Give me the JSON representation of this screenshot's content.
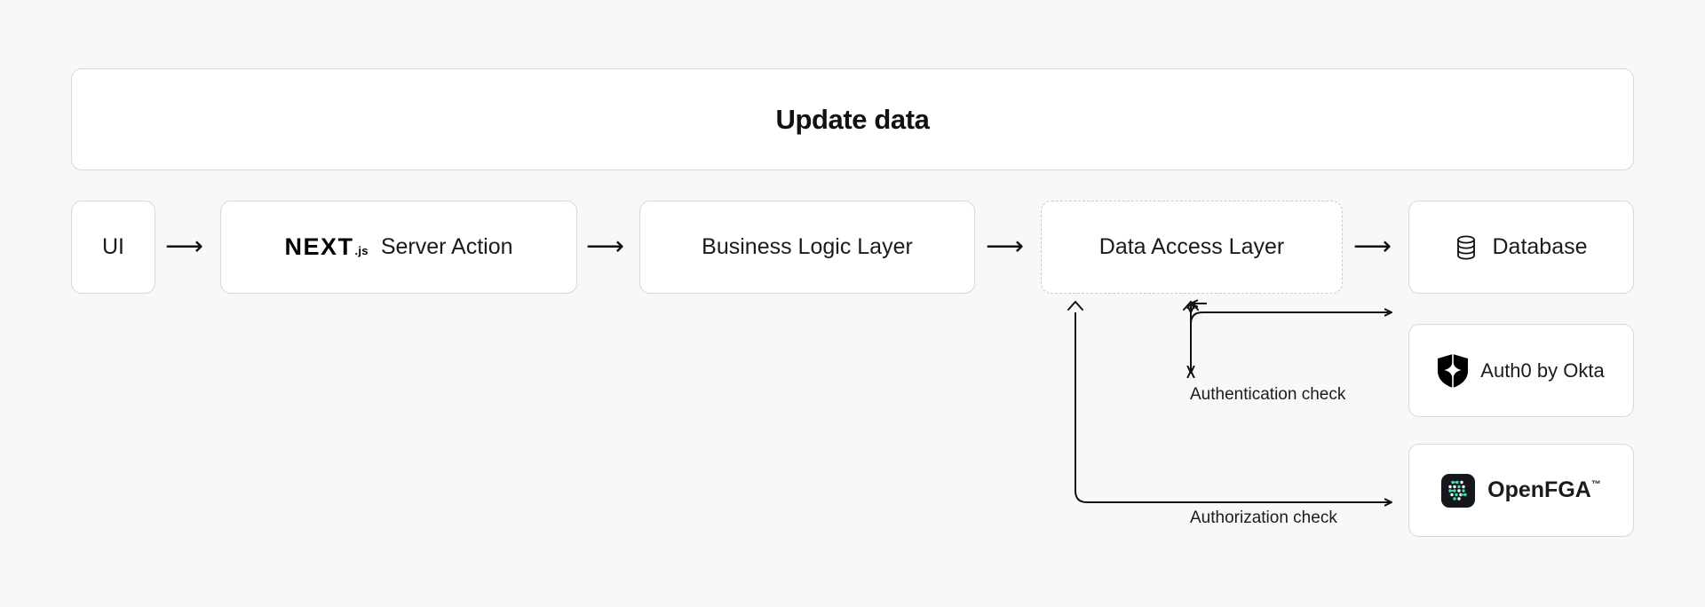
{
  "header": {
    "title": "Update data"
  },
  "flow": {
    "nodes": [
      {
        "id": "ui",
        "label": "UI",
        "icon": null,
        "style": "solid"
      },
      {
        "id": "server-action",
        "label": "Server Action",
        "icon": "nextjs-logo",
        "style": "solid",
        "logo_word": "NEXT",
        "logo_suffix": ".js"
      },
      {
        "id": "business-logic",
        "label": "Business Logic Layer",
        "icon": null,
        "style": "solid"
      },
      {
        "id": "data-access",
        "label": "Data Access Layer",
        "icon": null,
        "style": "dashed"
      },
      {
        "id": "database",
        "label": "Database",
        "icon": "database-icon",
        "style": "solid"
      }
    ],
    "arrow_glyph": "⟶"
  },
  "services": [
    {
      "id": "auth0",
      "label": "Auth0 by Okta",
      "icon": "auth0-shield-icon",
      "style": "solid"
    },
    {
      "id": "openfga",
      "label": "OpenFGA",
      "trademark": "™",
      "icon": "openfga-icon",
      "style": "solid"
    }
  ],
  "connectors": [
    {
      "id": "authentication",
      "caption": "Authentication check",
      "from": "data-access",
      "to": "auth0"
    },
    {
      "id": "authorization",
      "caption": "Authorization check",
      "from": "data-access",
      "to": "openfga"
    }
  ],
  "colors": {
    "page_background": "#f8f8f8",
    "box_background": "#ffffff",
    "box_border": "#d9d9d9",
    "dashed_border": "#c9c9c9",
    "text": "#111111",
    "connector_stroke": "#111111",
    "openfga_icon_background": "#14181d",
    "openfga_accent": "#3ddcb4"
  }
}
